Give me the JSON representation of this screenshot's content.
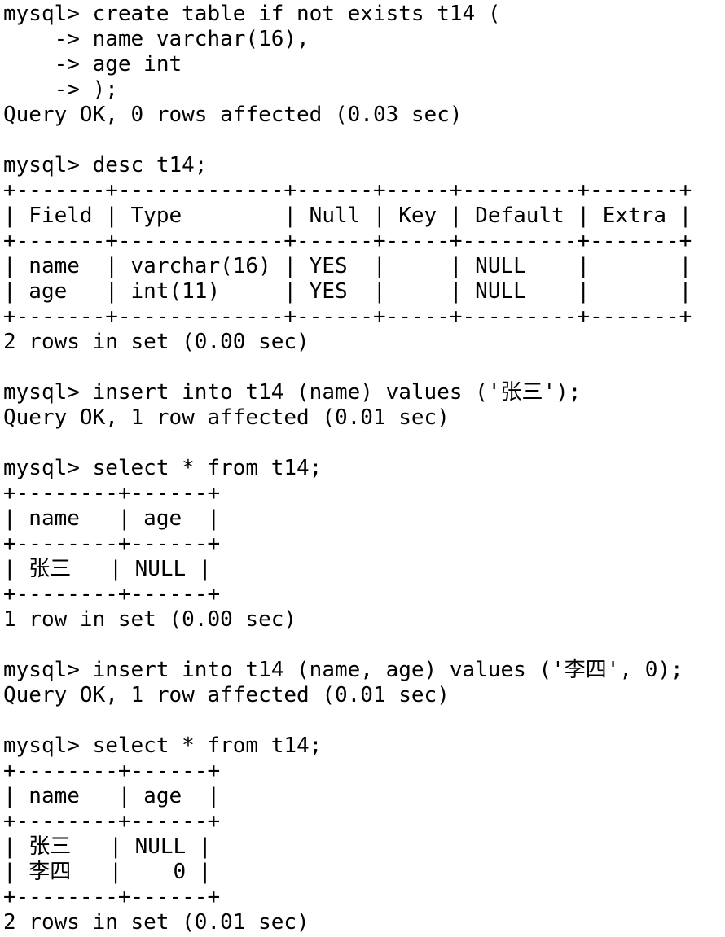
{
  "terminal": {
    "lines": [
      "mysql> create table if not exists t14 (",
      "    -> name varchar(16),",
      "    -> age int",
      "    -> );",
      "Query OK, 0 rows affected (0.03 sec)",
      "",
      "mysql> desc t14;",
      "+-------+-------------+------+-----+---------+-------+",
      "| Field | Type        | Null | Key | Default | Extra |",
      "+-------+-------------+------+-----+---------+-------+",
      "| name  | varchar(16) | YES  |     | NULL    |       |",
      "| age   | int(11)     | YES  |     | NULL    |       |",
      "+-------+-------------+------+-----+---------+-------+",
      "2 rows in set (0.00 sec)",
      "",
      "mysql> insert into t14 (name) values ('张三');",
      "Query OK, 1 row affected (0.01 sec)",
      "",
      "mysql> select * from t14;",
      "+--------+------+",
      "| name   | age  |",
      "+--------+------+",
      "| 张三   | NULL |",
      "+--------+------+",
      "1 row in set (0.00 sec)",
      "",
      "mysql> insert into t14 (name, age) values ('李四', 0);",
      "Query OK, 1 row affected (0.01 sec)",
      "",
      "mysql> select * from t14;",
      "+--------+------+",
      "| name   | age  |",
      "+--------+------+",
      "| 张三   | NULL |",
      "| 李四   |    0 |",
      "+--------+------+",
      "2 rows in set (0.01 sec)"
    ]
  }
}
